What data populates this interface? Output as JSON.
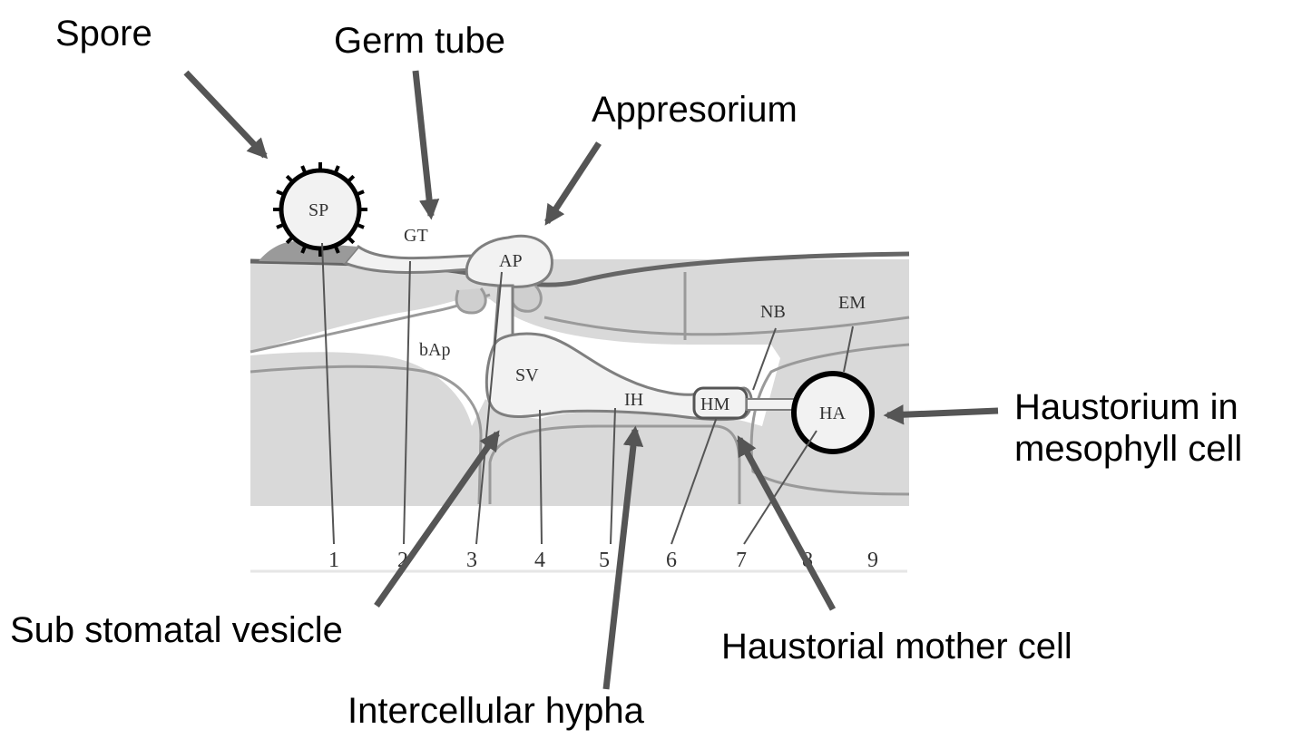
{
  "callouts": {
    "spore": "Spore",
    "germ_tube": "Germ tube",
    "appresorium": "Appresorium",
    "haustorium_line1": "Haustorium in",
    "haustorium_line2": "mesophyll cell",
    "sub_stomatal_vesicle": "Sub stomatal vesicle",
    "haustorial_mother_cell": "Haustorial mother cell",
    "intercellular_hypha": "Intercellular hypha"
  },
  "inner_labels": {
    "sp": "SP",
    "gt": "GT",
    "ap": "AP",
    "bap": "bAp",
    "sv": "SV",
    "ih": "IH",
    "hm": "HM",
    "ha": "HA",
    "nb": "NB",
    "em": "EM"
  },
  "stage_numbers": [
    "1",
    "2",
    "3",
    "4",
    "5",
    "6",
    "7",
    "8",
    "9"
  ],
  "colors": {
    "arrow": "#555555",
    "tissue": "#d9d9d9",
    "tissue_line": "#9a9a9a",
    "fungus_fill": "#f2f2f2",
    "fungus_line": "#7f7f7f",
    "cuticle": "#666666"
  }
}
